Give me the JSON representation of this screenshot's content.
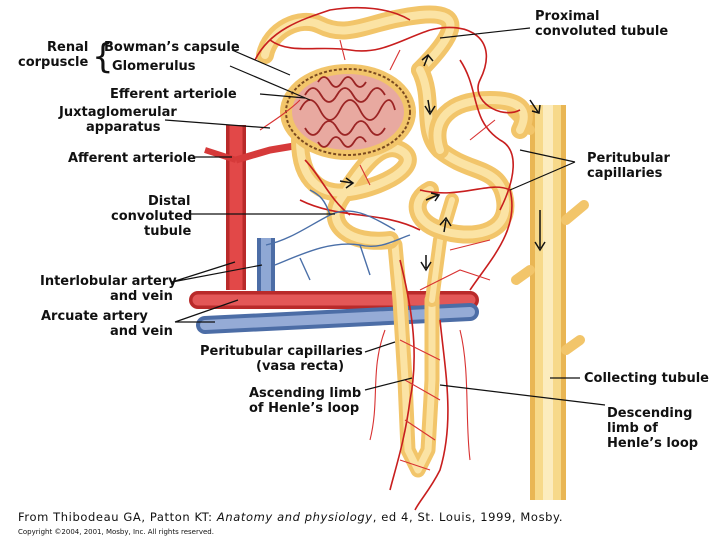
{
  "labels": {
    "renal_corpuscle": [
      "Renal",
      "corpuscle"
    ],
    "bowmans_capsule": "Bowman’s capsule",
    "glomerulus": "Glomerulus",
    "efferent_arteriole": "Efferent arteriole",
    "juxtaglomerular": [
      "Juxtaglomerular",
      "apparatus"
    ],
    "afferent_arteriole": "Afferent arteriole",
    "distal_tubule": [
      "Distal",
      "convoluted",
      "tubule"
    ],
    "interlobular": [
      "Interlobular artery",
      "and vein"
    ],
    "arcuate": [
      "Arcuate artery",
      "and vein"
    ],
    "vasa_recta": [
      "Peritubular capillaries",
      "(vasa recta)"
    ],
    "ascending_limb": [
      "Ascending limb",
      "of Henle’s loop"
    ],
    "proximal_tubule": [
      "Proximal",
      "convoluted tubule"
    ],
    "peritubular": [
      "Peritubular",
      "capillaries"
    ],
    "collecting_tubule": "Collecting tubule",
    "descending_limb": [
      "Descending",
      "limb of",
      "Henle’s loop"
    ]
  },
  "source": {
    "prefix": "From Thibodeau GA, Patton KT: ",
    "title": "Anatomy and physiology",
    "suffix": ", ed 4, St. Louis, 1999, Mosby.",
    "copyright": "Copyright ©2004, 2001, Mosby, Inc. All rights reserved."
  },
  "colors": {
    "tubule": "#f2c56a",
    "artery": "#d63a3a",
    "vein": "#6f86b8",
    "capillary": "#c81e1e"
  }
}
